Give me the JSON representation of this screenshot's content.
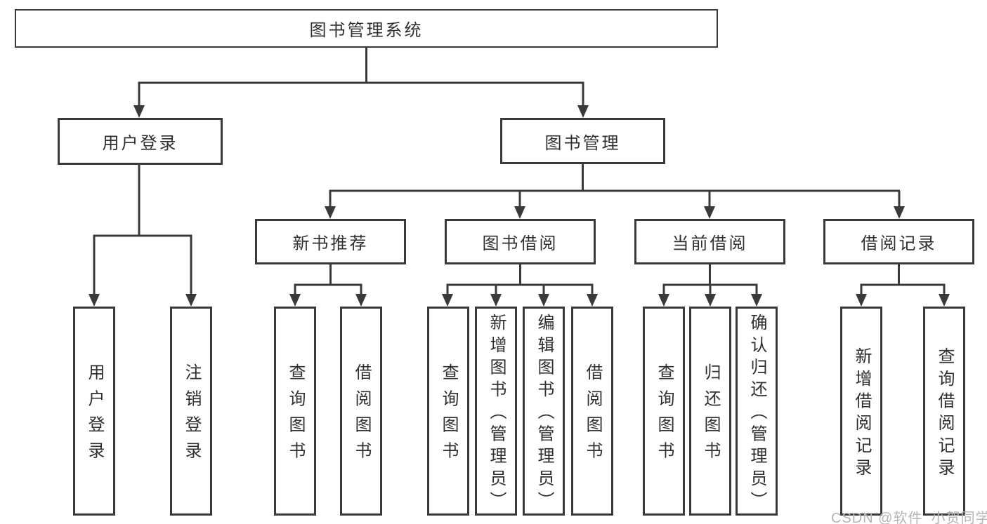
{
  "diagram": {
    "type": "tree",
    "title": "图书管理系统",
    "colors": {
      "line": "#3a3a3a",
      "text": "#2f2f2f",
      "bg": "#ffffff",
      "wm": "#b5b5b5"
    },
    "nodes": {
      "root": "图书管理系统",
      "user_login": "用户登录",
      "book_mgmt": "图书管理",
      "new_book_rec": "新书推荐",
      "book_borrow": "图书借阅",
      "current_borrow": "当前借阅",
      "borrow_record": "借阅记录",
      "leaf_user_login": "用户登录",
      "leaf_logout": "注销登录",
      "leaf_nbr_query": "查询图书",
      "leaf_nbr_borrow": "借阅图书",
      "leaf_bb_query": "查询图书",
      "leaf_bb_add": "新增图书（管理员）",
      "leaf_bb_edit": "编辑图书（管理员）",
      "leaf_bb_borrow": "借阅图书",
      "leaf_cb_query": "查询图书",
      "leaf_cb_return": "归还图书",
      "leaf_cb_confirm": "确认归还（管理员）",
      "leaf_br_add": "新增借阅记录",
      "leaf_br_query": "查询借阅记录"
    },
    "watermark": "CSDN @软件_小贺同学"
  }
}
